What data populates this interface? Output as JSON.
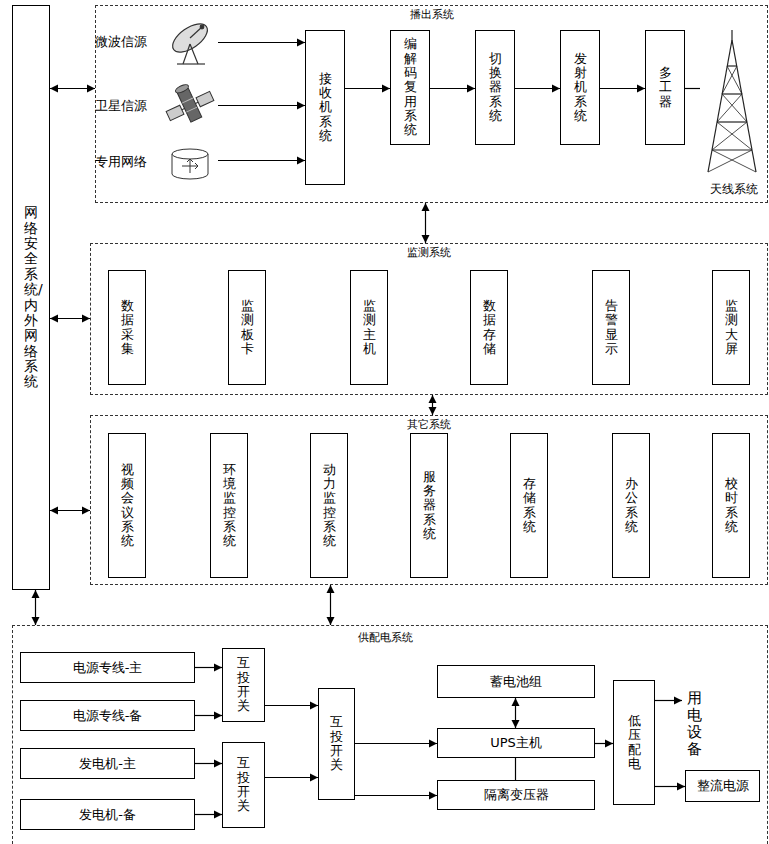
{
  "diagram": {
    "nodes": [
      {
        "text": [
          "网络安全系统/内外网络系统"
        ]
      },
      {
        "text": [
          "播出系统"
        ]
      },
      {
        "text": [
          "微波信源"
        ],
        "in": 1
      },
      {
        "text": [
          "卫星信源"
        ],
        "in": 1
      },
      {
        "text": [
          "专用网络"
        ],
        "in": 1
      },
      {
        "text": [
          "接收机系统"
        ],
        "in": 1
      },
      {
        "text": [
          "编解码复用系统"
        ],
        "in": 1
      },
      {
        "text": [
          "切换器系统"
        ],
        "in": 1
      },
      {
        "text": [
          "发射机系统"
        ],
        "in": 1
      },
      {
        "text": [
          "多工器"
        ],
        "in": 1
      },
      {
        "text": [
          "天线系统"
        ],
        "in": 1
      },
      {
        "text": [
          "监测系统"
        ]
      },
      {
        "text": [
          "数据采集"
        ],
        "in": 11
      },
      {
        "text": [
          "监测板卡"
        ],
        "in": 11
      },
      {
        "text": [
          "监测主机"
        ],
        "in": 11
      },
      {
        "text": [
          "数据存储"
        ],
        "in": 11
      },
      {
        "text": [
          "告警显示"
        ],
        "in": 11
      },
      {
        "text": [
          "监测大屏"
        ],
        "in": 11
      },
      {
        "text": [
          "其它系统"
        ]
      },
      {
        "text": [
          "视频会议系统"
        ],
        "in": 18
      },
      {
        "text": [
          "环境监控系统"
        ],
        "in": 18
      },
      {
        "text": [
          "动力监控系统"
        ],
        "in": 18
      },
      {
        "text": [
          "服务器系统"
        ],
        "in": 18
      },
      {
        "text": [
          "存储系统"
        ],
        "in": 18
      },
      {
        "text": [
          "办公系统"
        ],
        "in": 18
      },
      {
        "text": [
          "校时系统"
        ],
        "in": 18
      },
      {
        "text": [
          "供配电系统"
        ]
      },
      {
        "text": [
          "电源专线-主"
        ],
        "in": 26
      },
      {
        "text": [
          "电源专线-备"
        ],
        "in": 26
      },
      {
        "text": [
          "互投开关"
        ],
        "in": 26
      },
      {
        "text": [
          "发电机-主"
        ],
        "in": 26
      },
      {
        "text": [
          "发电机-备"
        ],
        "in": 26
      },
      {
        "text": [
          "互投开关"
        ],
        "in": 26
      },
      {
        "text": [
          "互投开关"
        ],
        "in": 26
      },
      {
        "text": [
          "蓄电池组"
        ],
        "in": 26
      },
      {
        "text": [
          "UPS主机"
        ],
        "in": 26
      },
      {
        "text": [
          "隔离变压器"
        ],
        "in": 26
      },
      {
        "text": [
          "低压配电"
        ],
        "in": 26
      },
      {
        "text": [
          "用电设备"
        ],
        "in": 26
      },
      {
        "text": [
          "整流电源"
        ],
        "in": 26
      }
    ],
    "edges": [
      {
        "from": 0,
        "to": 1,
        "arrow": "both"
      },
      {
        "from": 0,
        "to": 11,
        "arrow": "both"
      },
      {
        "from": 0,
        "to": 18,
        "arrow": "both"
      },
      {
        "from": 0,
        "to": 26,
        "arrow": "both"
      },
      {
        "from": 2,
        "to": 5,
        "arrow": "to"
      },
      {
        "from": 3,
        "to": 5,
        "arrow": "to"
      },
      {
        "from": 4,
        "to": 5,
        "arrow": "to"
      },
      {
        "from": 5,
        "to": 6,
        "arrow": "to"
      },
      {
        "from": 6,
        "to": 7,
        "arrow": "to"
      },
      {
        "from": 7,
        "to": 8,
        "arrow": "to"
      },
      {
        "from": 8,
        "to": 9,
        "arrow": "to"
      },
      {
        "from": 9,
        "to": 10,
        "arrow": "none"
      },
      {
        "from": 1,
        "to": 11,
        "arrow": "both"
      },
      {
        "from": 11,
        "to": 18,
        "arrow": "both"
      },
      {
        "from": 18,
        "to": 26,
        "arrow": "both"
      },
      {
        "from": 27,
        "to": 29,
        "arrow": "to"
      },
      {
        "from": 28,
        "to": 29,
        "arrow": "to"
      },
      {
        "from": 30,
        "to": 32,
        "arrow": "to"
      },
      {
        "from": 31,
        "to": 32,
        "arrow": "to"
      },
      {
        "from": 29,
        "to": 33,
        "arrow": "to"
      },
      {
        "from": 32,
        "to": 33,
        "arrow": "to"
      },
      {
        "from": 33,
        "to": 35,
        "arrow": "to"
      },
      {
        "from": 33,
        "to": 36,
        "arrow": "to"
      },
      {
        "from": 34,
        "to": 35,
        "arrow": "both"
      },
      {
        "from": 35,
        "to": 36,
        "arrow": "none"
      },
      {
        "from": 35,
        "to": 37,
        "arrow": "to"
      },
      {
        "from": 37,
        "to": 38,
        "arrow": "to"
      },
      {
        "from": 37,
        "to": 39,
        "arrow": "to"
      }
    ]
  }
}
